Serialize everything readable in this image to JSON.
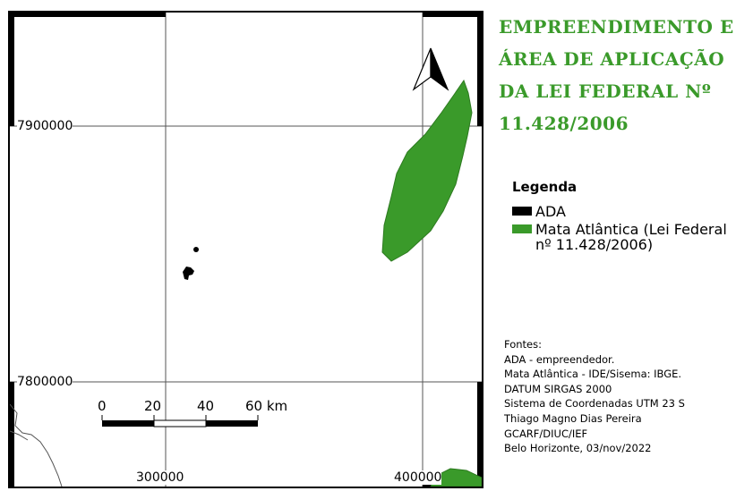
{
  "title": {
    "lines": [
      "EMPREENDIMENTO E",
      "ÁREA DE APLICAÇÃO",
      "DA LEI FEDERAL Nº",
      "11.428/2006"
    ]
  },
  "grid_labels": {
    "y_upper": "7900000",
    "y_lower": "7800000",
    "x_left": "300000",
    "x_right": "400000"
  },
  "scale_bar": {
    "labels": [
      "0",
      "20",
      "40",
      "60 km"
    ]
  },
  "legend": {
    "title": "Legenda",
    "items": [
      {
        "label": "ADA",
        "color": "#000000"
      },
      {
        "label": "Mata Atlântica (Lei Federal",
        "label_line2": "nº 11.428/2006)",
        "color": "#3a9a2a"
      }
    ]
  },
  "sources": {
    "lines": [
      "Fontes:",
      "ADA - empreendedor.",
      "Mata Atlântica - IDE/Sisema: IBGE.",
      "DATUM SIRGAS 2000",
      "Sistema de Coordenadas UTM 23 S",
      "Thiago Magno Dias Pereira",
      "GCARF/DIUC/IEF",
      "Belo Horizonte, 03/nov/2022"
    ]
  },
  "colors": {
    "forest": "#3a9a2a",
    "title": "#3a9a2a",
    "ada": "#000000"
  },
  "icons": {
    "north_arrow": "north-arrow-icon"
  }
}
